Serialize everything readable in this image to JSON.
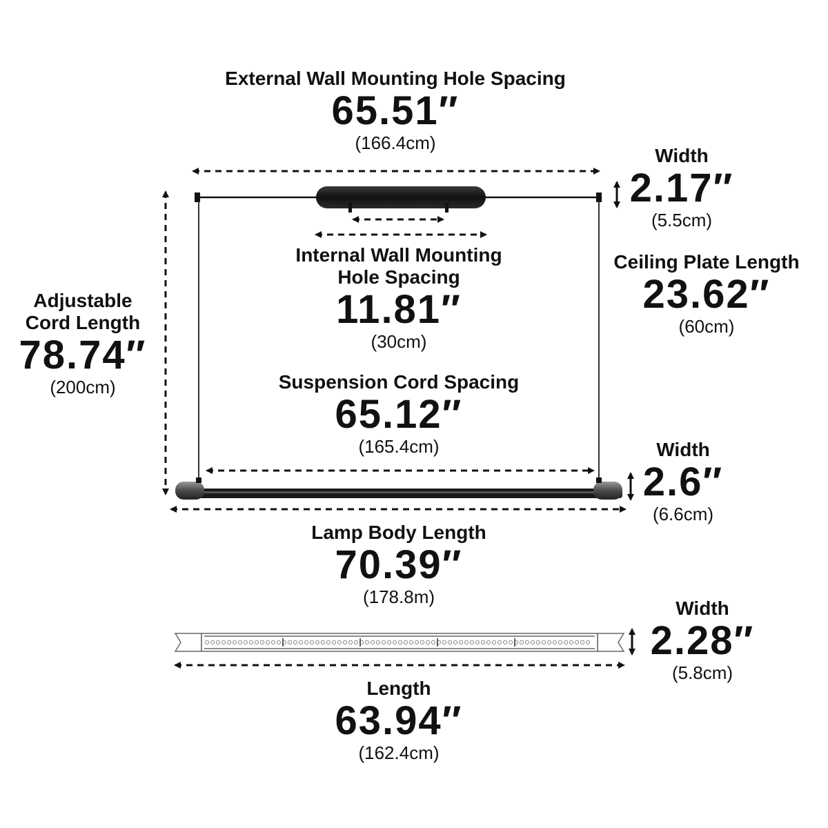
{
  "external_spacing": {
    "label": "External Wall Mounting Hole Spacing",
    "inches": "65.51″",
    "cm": "(166.4cm)"
  },
  "plate_width": {
    "label": "Width",
    "inches": "2.17″",
    "cm": "(5.5cm)"
  },
  "internal_spacing": {
    "label_line1": "Internal Wall Mounting",
    "label_line2": "Hole Spacing",
    "inches": "11.81″",
    "cm": "(30cm)"
  },
  "ceiling_plate": {
    "label": "Ceiling Plate Length",
    "inches": "23.62″",
    "cm": "(60cm)"
  },
  "cord_length": {
    "label_line1": "Adjustable",
    "label_line2": "Cord Length",
    "inches": "78.74″",
    "cm": "(200cm)"
  },
  "suspension_spacing": {
    "label": "Suspension Cord Spacing",
    "inches": "65.12″",
    "cm": "(165.4cm)"
  },
  "body_width": {
    "label": "Width",
    "inches": "2.6″",
    "cm": "(6.6cm)"
  },
  "lamp_body": {
    "label": "Lamp Body Length",
    "inches": "70.39″",
    "cm": "(178.8m)"
  },
  "bar_width": {
    "label": "Width",
    "inches": "2.28″",
    "cm": "(5.8cm)"
  },
  "bar_length": {
    "label": "Length",
    "inches": "63.94″",
    "cm": "(162.4cm)"
  },
  "colors": {
    "ink": "#111111",
    "lamp_body": "#1a1a1a",
    "end_cap": "#6e6e6e",
    "led": "#9a9a9a"
  }
}
